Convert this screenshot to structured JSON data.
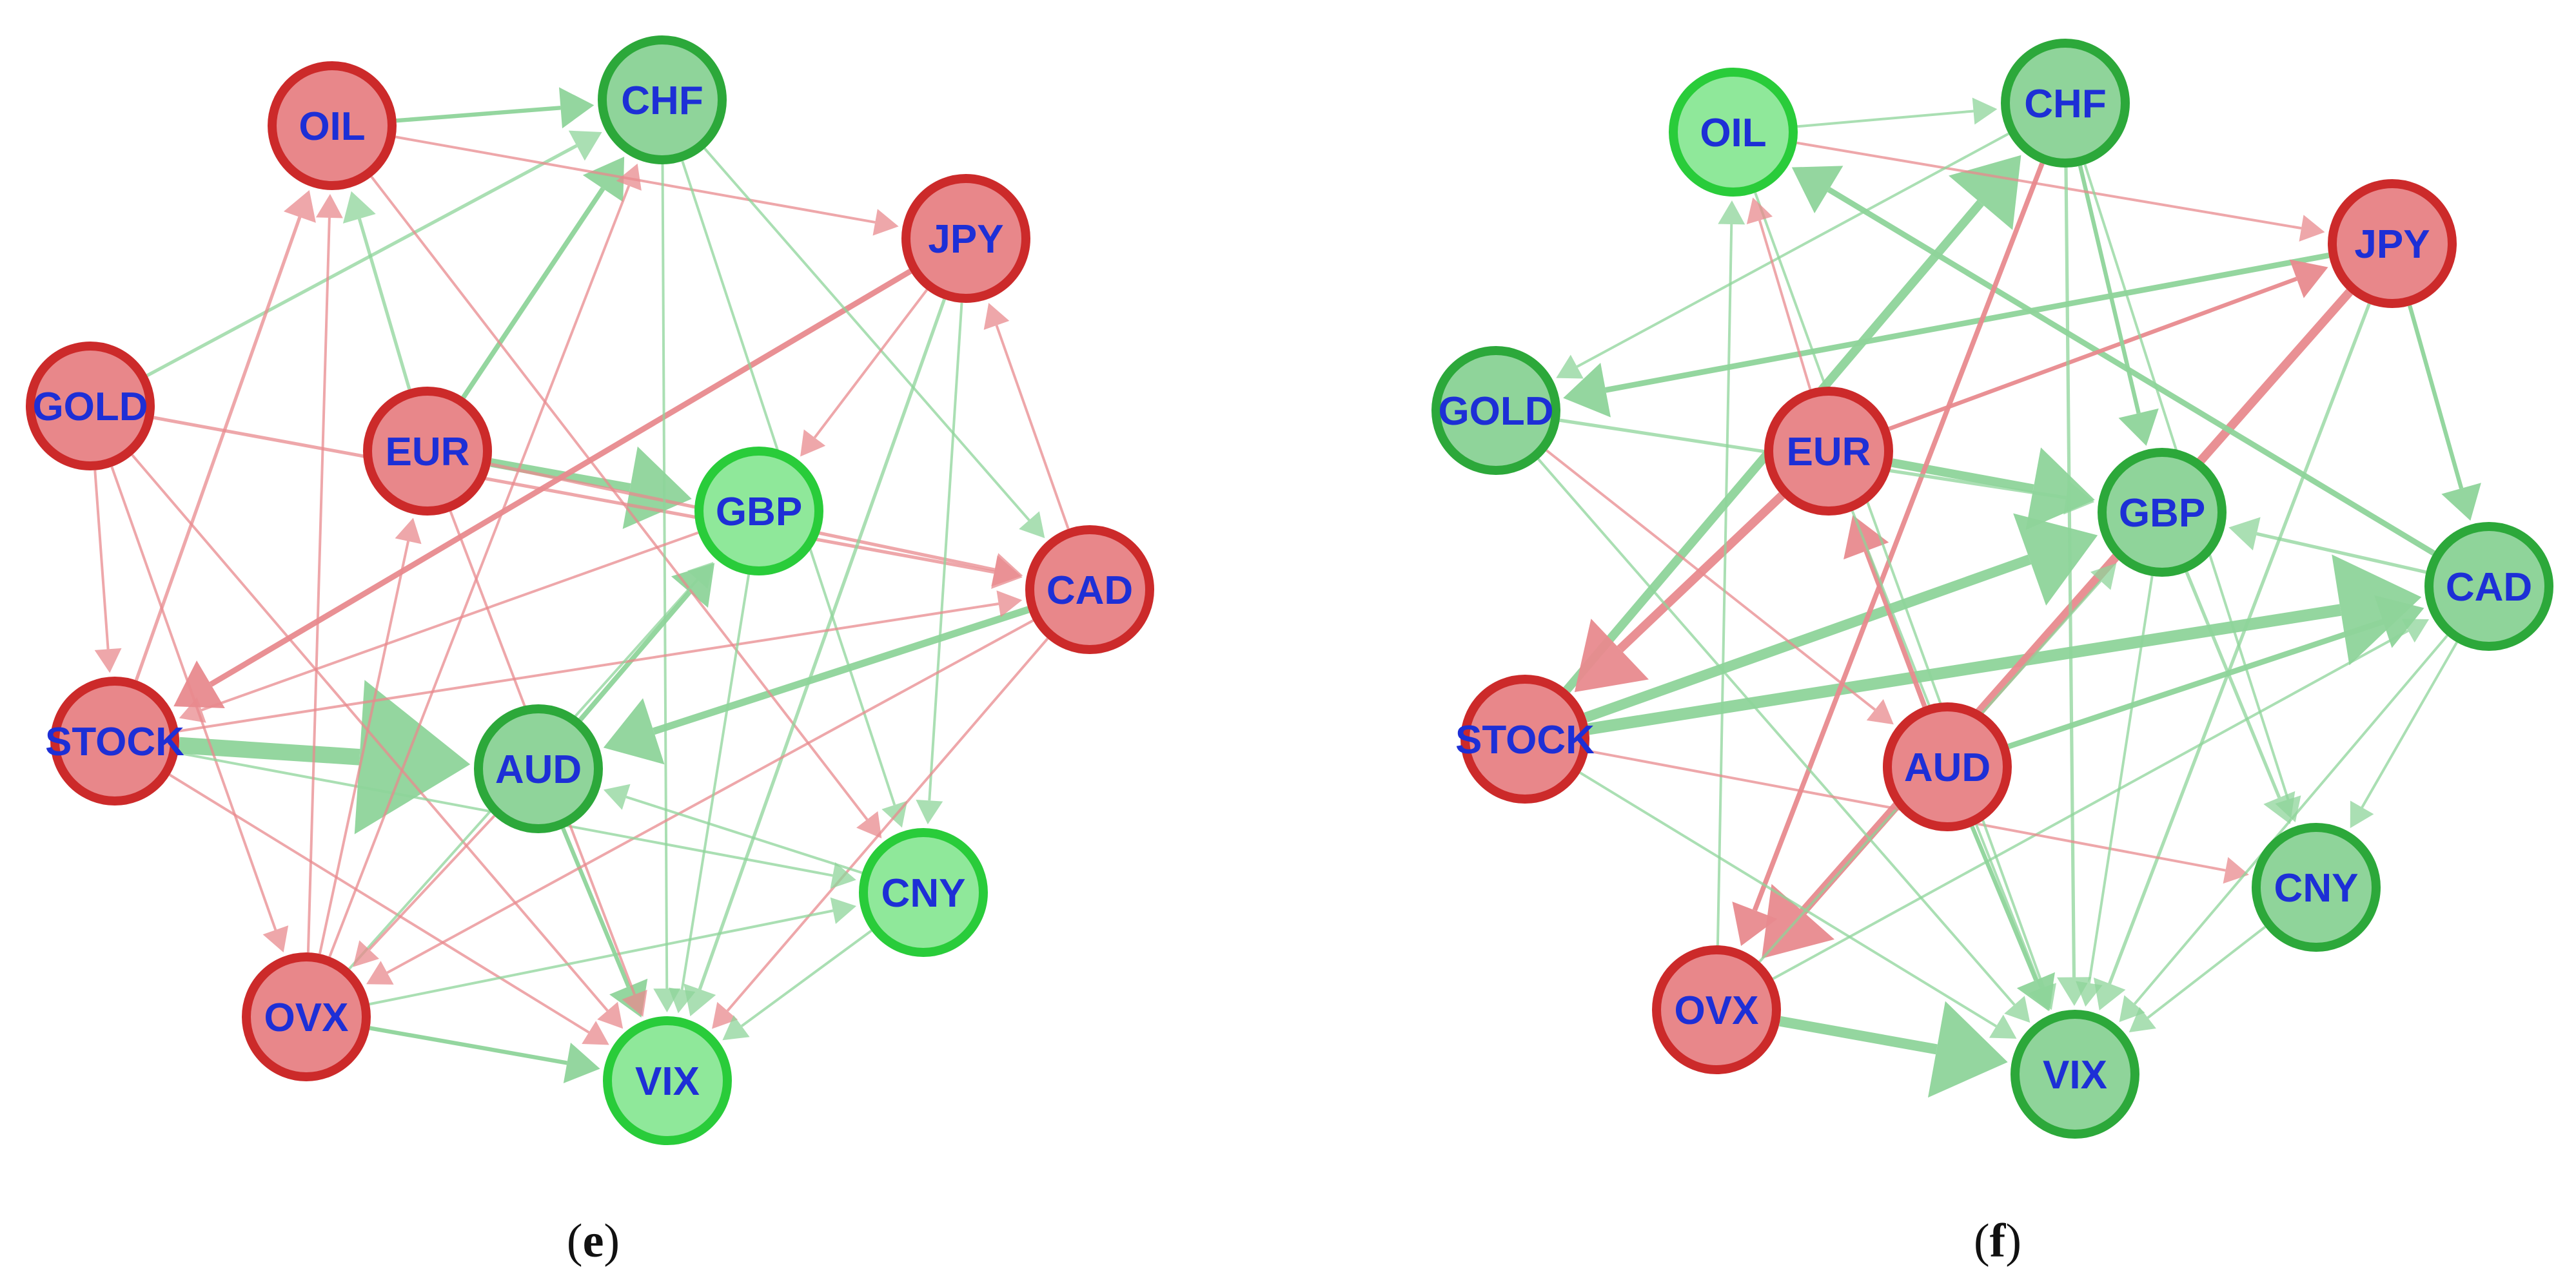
{
  "colors": {
    "red_fill": "#e8878a",
    "red_stroke": "#cc2a2a",
    "green_fill": "#8fd49a",
    "green_stroke": "#2ca83a",
    "bright_green_fill": "#8fe89a",
    "bright_green_stroke": "#29cc3a",
    "red_edge": "#e88a8e",
    "green_edge": "#8ed49a",
    "label": "#1d2fd6"
  },
  "panels": [
    {
      "id": "e",
      "caption": {
        "open": "(",
        "letter": "e",
        "close": ")"
      },
      "nodes": [
        {
          "id": "OIL",
          "label": "OIL",
          "status": "red"
        },
        {
          "id": "CHF",
          "label": "CHF",
          "status": "green"
        },
        {
          "id": "JPY",
          "label": "JPY",
          "status": "red"
        },
        {
          "id": "GOLD",
          "label": "GOLD",
          "status": "red"
        },
        {
          "id": "EUR",
          "label": "EUR",
          "status": "red"
        },
        {
          "id": "GBP",
          "label": "GBP",
          "status": "bright"
        },
        {
          "id": "CAD",
          "label": "CAD",
          "status": "red"
        },
        {
          "id": "STOCK",
          "label": "STOCK",
          "status": "red"
        },
        {
          "id": "AUD",
          "label": "AUD",
          "status": "green"
        },
        {
          "id": "CNY",
          "label": "CNY",
          "status": "bright"
        },
        {
          "id": "OVX",
          "label": "OVX",
          "status": "red"
        },
        {
          "id": "VIX",
          "label": "VIX",
          "status": "bright"
        }
      ],
      "edges": [
        {
          "from": "STOCK",
          "to": "AUD",
          "color": "green",
          "weight": 10
        },
        {
          "from": "EUR",
          "to": "GBP",
          "color": "green",
          "weight": 5
        },
        {
          "from": "CAD",
          "to": "AUD",
          "color": "green",
          "weight": 4
        },
        {
          "from": "JPY",
          "to": "STOCK",
          "color": "red",
          "weight": 3
        },
        {
          "from": "OIL",
          "to": "CHF",
          "color": "green",
          "weight": 2
        },
        {
          "from": "EUR",
          "to": "CHF",
          "color": "green",
          "weight": 2.5
        },
        {
          "from": "AUD",
          "to": "GBP",
          "color": "green",
          "weight": 2.5
        },
        {
          "from": "AUD",
          "to": "VIX",
          "color": "green",
          "weight": 2
        },
        {
          "from": "OVX",
          "to": "VIX",
          "color": "green",
          "weight": 2
        },
        {
          "from": "EUR",
          "to": "OIL",
          "color": "green",
          "weight": 1.5
        },
        {
          "from": "GOLD",
          "to": "CHF",
          "color": "green",
          "weight": 1.5
        },
        {
          "from": "STOCK",
          "to": "OIL",
          "color": "red",
          "weight": 1.5
        },
        {
          "from": "GOLD",
          "to": "CAD",
          "color": "red",
          "weight": 1.5
        },
        {
          "from": "EUR",
          "to": "CAD",
          "color": "red",
          "weight": 1.5
        },
        {
          "from": "OIL",
          "to": "JPY",
          "color": "red",
          "weight": 1
        },
        {
          "from": "OIL",
          "to": "CNY",
          "color": "red",
          "weight": 1
        },
        {
          "from": "CHF",
          "to": "VIX",
          "color": "green",
          "weight": 1
        },
        {
          "from": "CHF",
          "to": "CAD",
          "color": "green",
          "weight": 1
        },
        {
          "from": "CHF",
          "to": "CNY",
          "color": "green",
          "weight": 1
        },
        {
          "from": "JPY",
          "to": "VIX",
          "color": "green",
          "weight": 1.5
        },
        {
          "from": "JPY",
          "to": "CNY",
          "color": "green",
          "weight": 1
        },
        {
          "from": "JPY",
          "to": "GBP",
          "color": "red",
          "weight": 1
        },
        {
          "from": "CAD",
          "to": "JPY",
          "color": "red",
          "weight": 1
        },
        {
          "from": "CAD",
          "to": "OVX",
          "color": "red",
          "weight": 1
        },
        {
          "from": "CAD",
          "to": "VIX",
          "color": "red",
          "weight": 1
        },
        {
          "from": "GOLD",
          "to": "VIX",
          "color": "red",
          "weight": 1
        },
        {
          "from": "GOLD",
          "to": "STOCK",
          "color": "red",
          "weight": 1
        },
        {
          "from": "GOLD",
          "to": "OVX",
          "color": "red",
          "weight": 1
        },
        {
          "from": "STOCK",
          "to": "CAD",
          "color": "red",
          "weight": 1
        },
        {
          "from": "STOCK",
          "to": "CNY",
          "color": "green",
          "weight": 1
        },
        {
          "from": "STOCK",
          "to": "VIX",
          "color": "red",
          "weight": 1
        },
        {
          "from": "OVX",
          "to": "OIL",
          "color": "red",
          "weight": 1
        },
        {
          "from": "OVX",
          "to": "GBP",
          "color": "green",
          "weight": 1
        },
        {
          "from": "OVX",
          "to": "CHF",
          "color": "red",
          "weight": 1
        },
        {
          "from": "OVX",
          "to": "CNY",
          "color": "green",
          "weight": 1
        },
        {
          "from": "OVX",
          "to": "EUR",
          "color": "red",
          "weight": 1
        },
        {
          "from": "CNY",
          "to": "VIX",
          "color": "green",
          "weight": 1
        },
        {
          "from": "CNY",
          "to": "AUD",
          "color": "green",
          "weight": 1
        },
        {
          "from": "GBP",
          "to": "VIX",
          "color": "green",
          "weight": 1
        },
        {
          "from": "GBP",
          "to": "STOCK",
          "color": "red",
          "weight": 1
        },
        {
          "from": "AUD",
          "to": "OVX",
          "color": "red",
          "weight": 1
        },
        {
          "from": "EUR",
          "to": "VIX",
          "color": "red",
          "weight": 1
        }
      ]
    },
    {
      "id": "f",
      "caption": {
        "open": "(",
        "letter": "f",
        "close": ")"
      },
      "nodes": [
        {
          "id": "OIL",
          "label": "OIL",
          "status": "bright"
        },
        {
          "id": "CHF",
          "label": "CHF",
          "status": "green"
        },
        {
          "id": "JPY",
          "label": "JPY",
          "status": "red"
        },
        {
          "id": "GOLD",
          "label": "GOLD",
          "status": "green"
        },
        {
          "id": "EUR",
          "label": "EUR",
          "status": "red"
        },
        {
          "id": "GBP",
          "label": "GBP",
          "status": "green"
        },
        {
          "id": "CAD",
          "label": "CAD",
          "status": "green"
        },
        {
          "id": "STOCK",
          "label": "STOCK",
          "status": "red"
        },
        {
          "id": "AUD",
          "label": "AUD",
          "status": "red"
        },
        {
          "id": "CNY",
          "label": "CNY",
          "status": "green"
        },
        {
          "id": "OVX",
          "label": "OVX",
          "status": "red"
        },
        {
          "id": "VIX",
          "label": "VIX",
          "status": "green"
        }
      ],
      "edges": [
        {
          "from": "STOCK",
          "to": "CAD",
          "color": "green",
          "weight": 7
        },
        {
          "from": "STOCK",
          "to": "GBP",
          "color": "green",
          "weight": 6
        },
        {
          "from": "STOCK",
          "to": "CHF",
          "color": "green",
          "weight": 5
        },
        {
          "from": "EUR",
          "to": "STOCK",
          "color": "red",
          "weight": 5
        },
        {
          "from": "JPY",
          "to": "OVX",
          "color": "red",
          "weight": 5
        },
        {
          "from": "OVX",
          "to": "VIX",
          "color": "green",
          "weight": 6
        },
        {
          "from": "EUR",
          "to": "GBP",
          "color": "green",
          "weight": 5
        },
        {
          "from": "JPY",
          "to": "GOLD",
          "color": "green",
          "weight": 3
        },
        {
          "from": "CAD",
          "to": "OIL",
          "color": "green",
          "weight": 3
        },
        {
          "from": "AUD",
          "to": "CAD",
          "color": "green",
          "weight": 3
        },
        {
          "from": "CHF",
          "to": "OVX",
          "color": "red",
          "weight": 2.5
        },
        {
          "from": "AUD",
          "to": "EUR",
          "color": "red",
          "weight": 2.5
        },
        {
          "from": "EUR",
          "to": "JPY",
          "color": "red",
          "weight": 2
        },
        {
          "from": "CHF",
          "to": "GBP",
          "color": "green",
          "weight": 2
        },
        {
          "from": "JPY",
          "to": "CAD",
          "color": "green",
          "weight": 2
        },
        {
          "from": "AUD",
          "to": "VIX",
          "color": "green",
          "weight": 2
        },
        {
          "from": "JPY",
          "to": "VIX",
          "color": "green",
          "weight": 1.5
        },
        {
          "from": "OIL",
          "to": "JPY",
          "color": "red",
          "weight": 1
        },
        {
          "from": "OIL",
          "to": "CHF",
          "color": "green",
          "weight": 1
        },
        {
          "from": "GBP",
          "to": "CNY",
          "color": "green",
          "weight": 1.5
        },
        {
          "from": "CAD",
          "to": "GBP",
          "color": "green",
          "weight": 1.5
        },
        {
          "from": "GOLD",
          "to": "GBP",
          "color": "green",
          "weight": 1.5
        },
        {
          "from": "CHF",
          "to": "GOLD",
          "color": "green",
          "weight": 1
        },
        {
          "from": "CHF",
          "to": "VIX",
          "color": "green",
          "weight": 1.5
        },
        {
          "from": "CHF",
          "to": "CNY",
          "color": "green",
          "weight": 1
        },
        {
          "from": "GOLD",
          "to": "VIX",
          "color": "green",
          "weight": 1
        },
        {
          "from": "GOLD",
          "to": "AUD",
          "color": "red",
          "weight": 1
        },
        {
          "from": "OVX",
          "to": "OIL",
          "color": "green",
          "weight": 1
        },
        {
          "from": "OVX",
          "to": "CAD",
          "color": "green",
          "weight": 1
        },
        {
          "from": "OVX",
          "to": "GBP",
          "color": "green",
          "weight": 1
        },
        {
          "from": "STOCK",
          "to": "VIX",
          "color": "green",
          "weight": 1
        },
        {
          "from": "STOCK",
          "to": "CNY",
          "color": "red",
          "weight": 1
        },
        {
          "from": "CNY",
          "to": "VIX",
          "color": "green",
          "weight": 1
        },
        {
          "from": "CAD",
          "to": "VIX",
          "color": "green",
          "weight": 1
        },
        {
          "from": "CAD",
          "to": "CNY",
          "color": "green",
          "weight": 1
        },
        {
          "from": "OIL",
          "to": "VIX",
          "color": "green",
          "weight": 1
        },
        {
          "from": "EUR",
          "to": "VIX",
          "color": "green",
          "weight": 1
        },
        {
          "from": "EUR",
          "to": "OIL",
          "color": "red",
          "weight": 1
        },
        {
          "from": "GBP",
          "to": "VIX",
          "color": "green",
          "weight": 1
        }
      ]
    }
  ]
}
